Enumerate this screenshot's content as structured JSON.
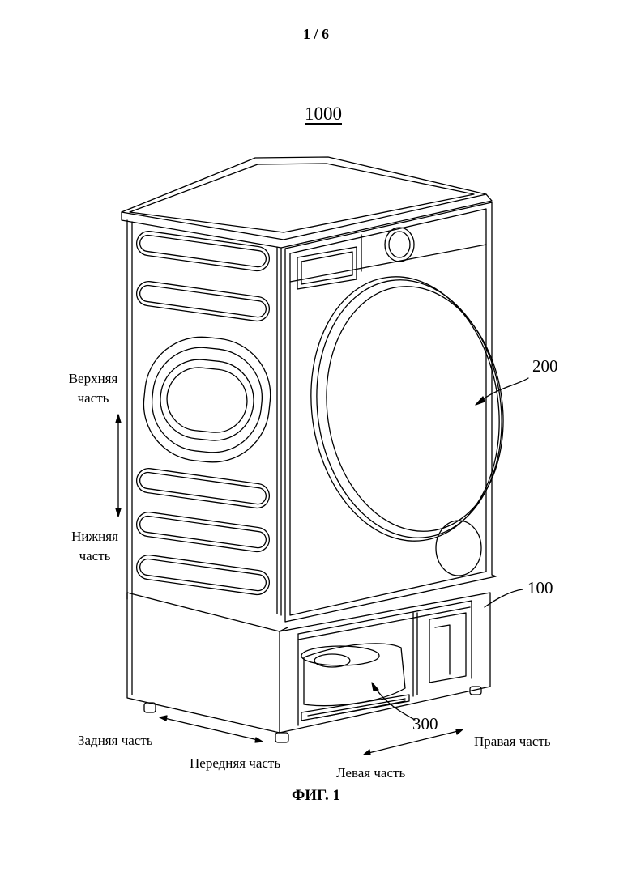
{
  "page_number": "1 / 6",
  "assembly_ref": "1000",
  "refs": {
    "door": "200",
    "base": "100",
    "tray": "300"
  },
  "directions": {
    "upper_line1": "Верхняя",
    "upper_line2": "часть",
    "lower_line1": "Нижняя",
    "lower_line2": "часть",
    "rear": "Задняя часть",
    "front": "Передняя часть",
    "left": "Левая часть",
    "right": "Правая часть"
  },
  "caption": "ФИГ. 1"
}
